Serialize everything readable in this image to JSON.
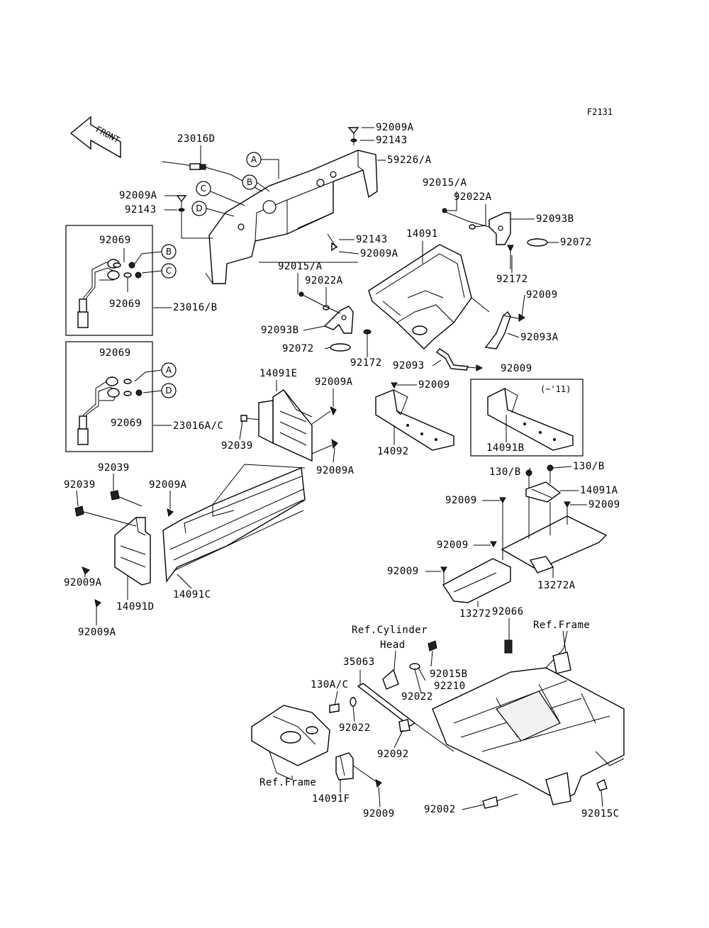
{
  "figure_code": "F2131",
  "front_indicator": "FRONT",
  "circle_markers": [
    "A",
    "B",
    "C",
    "D"
  ],
  "inset_note": "(~'11)",
  "callouts": [
    {
      "id": "c1",
      "text": "92009A"
    },
    {
      "id": "c2",
      "text": "92143"
    },
    {
      "id": "c3",
      "text": "59226/A"
    },
    {
      "id": "c4",
      "text": "23016D"
    },
    {
      "id": "c5",
      "text": "92009A"
    },
    {
      "id": "c6",
      "text": "92143"
    },
    {
      "id": "c7",
      "text": "92015/A"
    },
    {
      "id": "c8",
      "text": "92022A"
    },
    {
      "id": "c9",
      "text": "92093B"
    },
    {
      "id": "c10",
      "text": "92072"
    },
    {
      "id": "c11",
      "text": "92172"
    },
    {
      "id": "c12",
      "text": "92143"
    },
    {
      "id": "c13",
      "text": "92009A"
    },
    {
      "id": "c14",
      "text": "14091"
    },
    {
      "id": "c15",
      "text": "92069"
    },
    {
      "id": "c16",
      "text": "92069"
    },
    {
      "id": "c17",
      "text": "23016/B"
    },
    {
      "id": "c18",
      "text": "92015/A"
    },
    {
      "id": "c19",
      "text": "92022A"
    },
    {
      "id": "c20",
      "text": "92093B"
    },
    {
      "id": "c21",
      "text": "92072"
    },
    {
      "id": "c22",
      "text": "92172"
    },
    {
      "id": "c23",
      "text": "92009"
    },
    {
      "id": "c24",
      "text": "92093A"
    },
    {
      "id": "c25",
      "text": "92093"
    },
    {
      "id": "c26",
      "text": "92009"
    },
    {
      "id": "c27",
      "text": "92069"
    },
    {
      "id": "c28",
      "text": "92069"
    },
    {
      "id": "c29",
      "text": "23016A/C"
    },
    {
      "id": "c30",
      "text": "14091E"
    },
    {
      "id": "c31",
      "text": "92009A"
    },
    {
      "id": "c32",
      "text": "92039"
    },
    {
      "id": "c33",
      "text": "92009A"
    },
    {
      "id": "c34",
      "text": "92009"
    },
    {
      "id": "c35",
      "text": "14092"
    },
    {
      "id": "c36",
      "text": "14091B"
    },
    {
      "id": "c37",
      "text": "130/B"
    },
    {
      "id": "c38",
      "text": "130/B"
    },
    {
      "id": "c39",
      "text": "14091A"
    },
    {
      "id": "c40",
      "text": "92039"
    },
    {
      "id": "c41",
      "text": "92039"
    },
    {
      "id": "c42",
      "text": "92009A"
    },
    {
      "id": "c43",
      "text": "92009"
    },
    {
      "id": "c44",
      "text": "92009"
    },
    {
      "id": "c45",
      "text": "92009"
    },
    {
      "id": "c46",
      "text": "92009"
    },
    {
      "id": "c47",
      "text": "13272A"
    },
    {
      "id": "c48",
      "text": "92009A"
    },
    {
      "id": "c49",
      "text": "14091D"
    },
    {
      "id": "c50",
      "text": "14091C"
    },
    {
      "id": "c51",
      "text": "92009A"
    },
    {
      "id": "c52",
      "text": "13272"
    },
    {
      "id": "c53",
      "text": "92066"
    },
    {
      "id": "c54",
      "text": "Ref.Frame"
    },
    {
      "id": "c55",
      "text": "Ref.Cylinder"
    },
    {
      "id": "c56",
      "text": "Head"
    },
    {
      "id": "c57",
      "text": "35063"
    },
    {
      "id": "c58",
      "text": "92015B"
    },
    {
      "id": "c59",
      "text": "92210"
    },
    {
      "id": "c60",
      "text": "130A/C"
    },
    {
      "id": "c61",
      "text": "92022"
    },
    {
      "id": "c62",
      "text": "92022"
    },
    {
      "id": "c63",
      "text": "92092"
    },
    {
      "id": "c64",
      "text": "Ref.Frame"
    },
    {
      "id": "c65",
      "text": "14091F"
    },
    {
      "id": "c66",
      "text": "92009"
    },
    {
      "id": "c67",
      "text": "92002"
    },
    {
      "id": "c68",
      "text": "92015C"
    }
  ]
}
